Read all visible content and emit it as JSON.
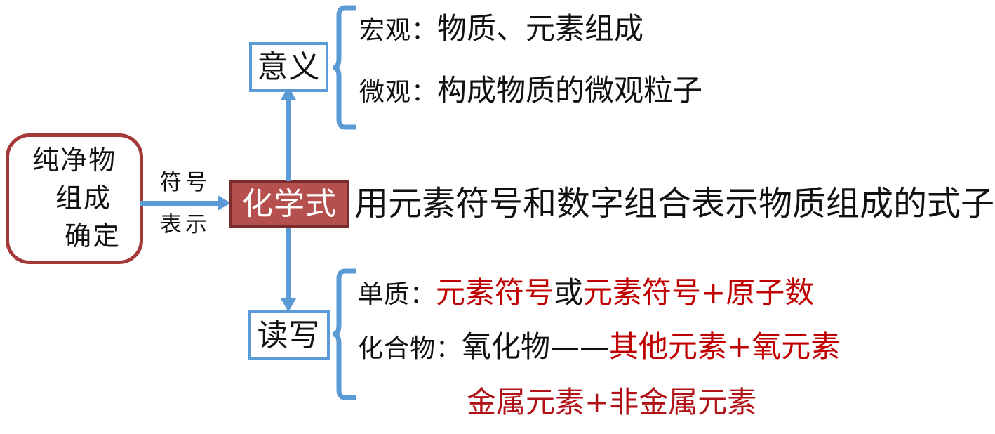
{
  "diagram": {
    "title_node": {
      "label": "化学式",
      "fill_color": "#B5504E",
      "border_color": "#7B2B2B",
      "text_color": "#FFFFFF"
    },
    "definition": "用元素符号和数字组合表示物质组成的式子",
    "source_node": {
      "line1": "纯净物",
      "line2": "组成",
      "line3": "确定",
      "border_color": "#A5393A"
    },
    "connector": {
      "label_top": "符号",
      "label_bottom": "表示",
      "color": "#5B9BD5"
    },
    "branches": [
      {
        "node_label": "意义",
        "border_color": "#5B9BD5",
        "items": [
          {
            "label": "宏观：",
            "content": "物质、元素组成"
          },
          {
            "label": "微观：",
            "content": "构成物质的微观粒子"
          }
        ]
      },
      {
        "node_label": "读写",
        "border_color": "#5B9BD5",
        "items": [
          {
            "label": "单质：",
            "part_red_1": "元素符号",
            "part_black": "或",
            "part_red_2": "元素符号+原子数"
          },
          {
            "label": "化合物：",
            "part_black": "氧化物——",
            "part_red": "其他元素+氧元素"
          },
          {
            "part_red": "金属元素+非金属元素"
          }
        ]
      }
    ],
    "accent_colors": {
      "blue": "#5B9BD5",
      "red_text": "#C00000",
      "dark_red_text": "#B01116",
      "box_red": "#A5393A"
    }
  }
}
